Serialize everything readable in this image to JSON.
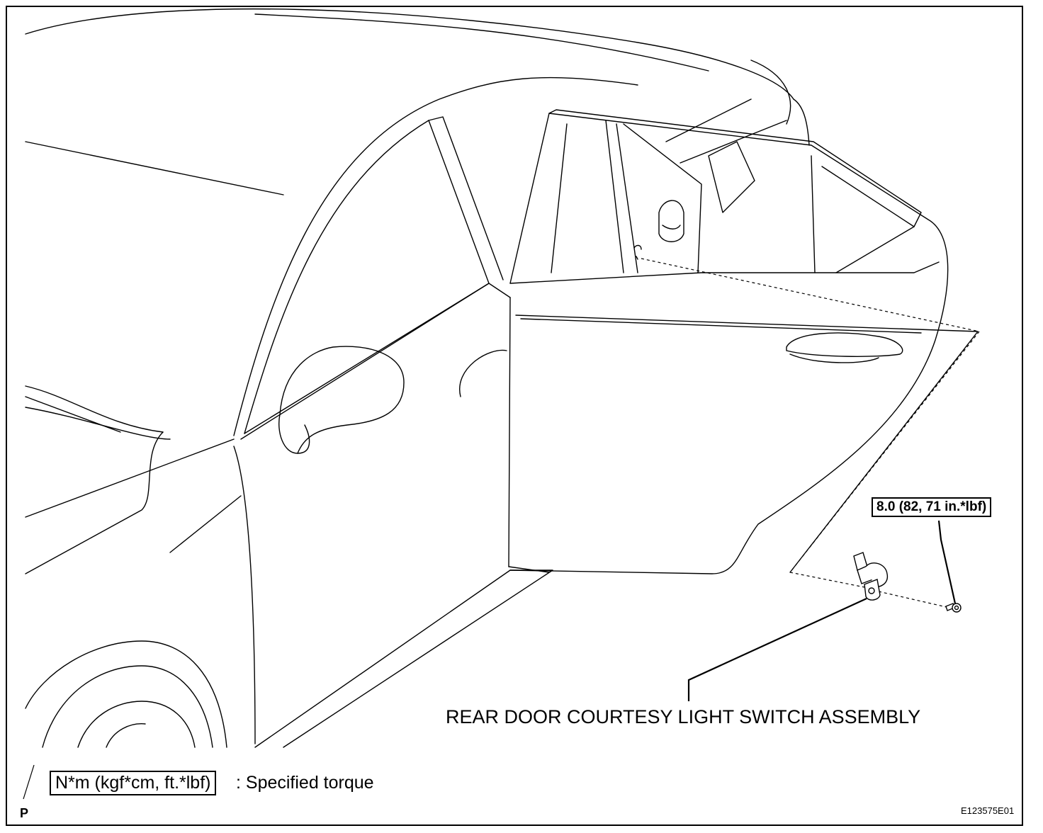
{
  "torque_spec": "8.0 (82, 71 in.*lbf)",
  "component_label": "REAR DOOR COURTESY LIGHT SWITCH ASSEMBLY",
  "legend": {
    "unit_box": "N*m (kgf*cm, ft.*lbf)",
    "description": ": Specified torque"
  },
  "view_marker": "P",
  "figure_code": "E123575E01"
}
